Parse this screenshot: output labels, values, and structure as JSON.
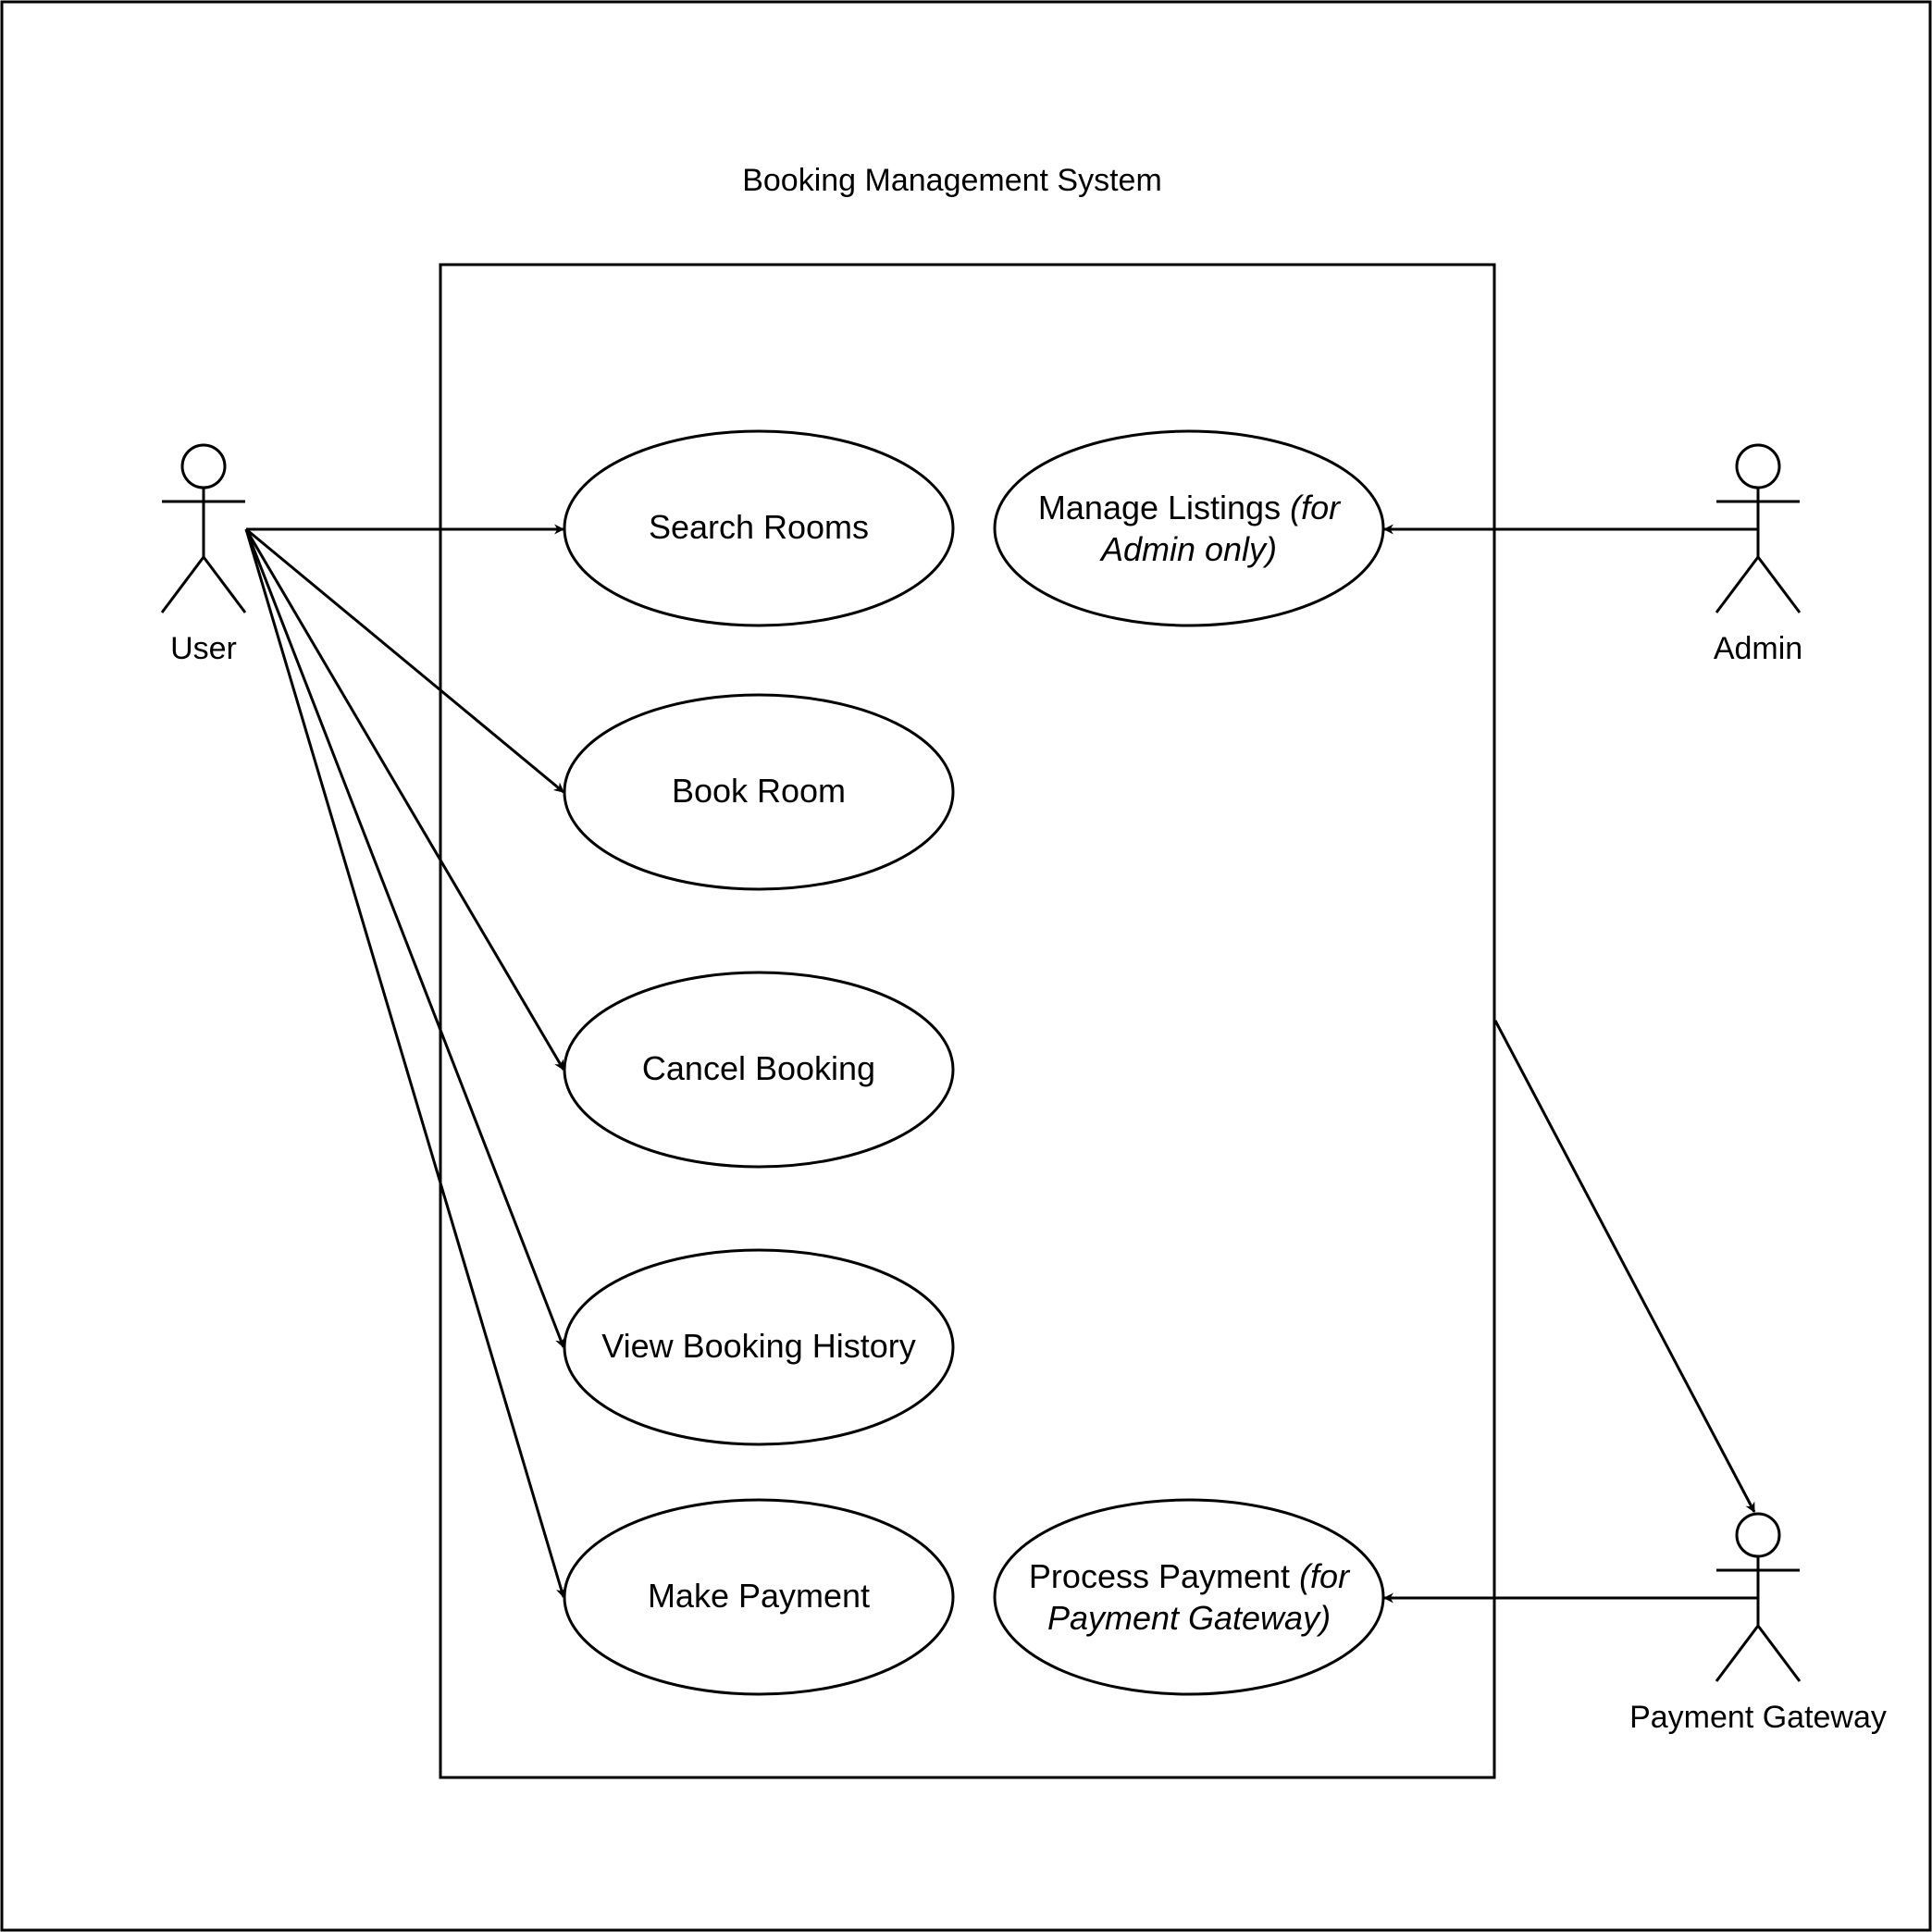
{
  "system": {
    "title": "Booking Management System"
  },
  "actors": {
    "user": {
      "label": "User"
    },
    "admin": {
      "label": "Admin"
    },
    "payment_gateway": {
      "label": "Payment Gateway"
    }
  },
  "use_cases": {
    "search_rooms": {
      "label": "Search Rooms"
    },
    "book_room": {
      "label": "Book Room"
    },
    "cancel_booking": {
      "label": "Cancel Booking"
    },
    "view_booking_history": {
      "label": "View Booking History"
    },
    "make_payment": {
      "label": "Make Payment"
    },
    "manage_listings": {
      "label_main": "Manage Listings",
      "label_note_1": "(for",
      "label_note_2": "Admin only)"
    },
    "process_payment": {
      "label_main": "Process Payment",
      "label_note_1": "(for",
      "label_note_2": "Payment Gateway)"
    }
  },
  "colors": {
    "stroke": "#000000",
    "background": "#ffffff"
  }
}
